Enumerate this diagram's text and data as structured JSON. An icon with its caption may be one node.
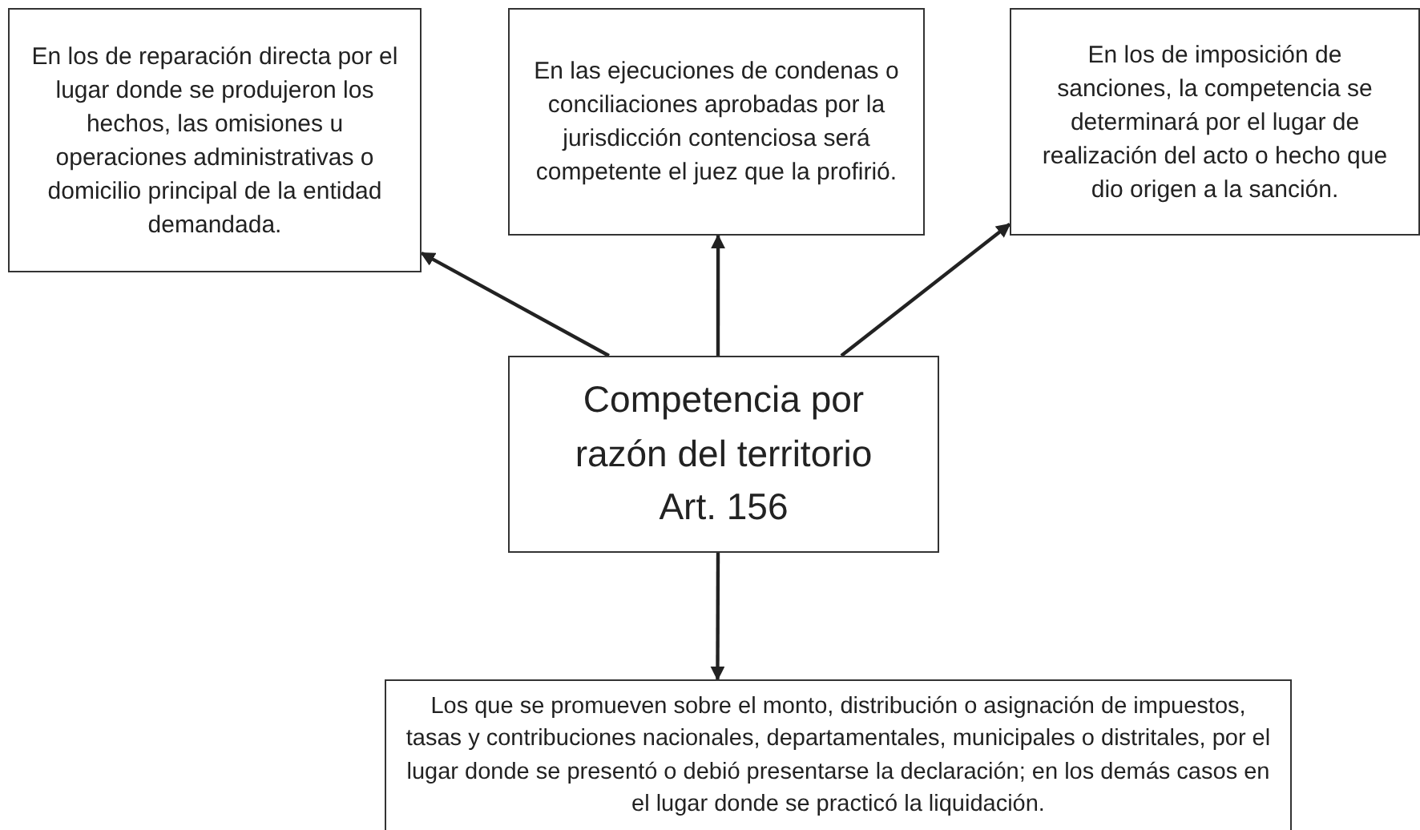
{
  "diagram": {
    "nodes": [
      {
        "text": [
          "En los de reparación directa por el lugar donde se produjeron los hechos, las omisiones u operaciones administrativas o domicilio principal de la entidad demandada."
        ]
      },
      {
        "text": [
          "En las ejecuciones de condenas o conciliaciones aprobadas por la jurisdicción contenciosa será competente el juez que la profirió."
        ]
      },
      {
        "text": [
          "En los de imposición de sanciones, la competencia se determinará por el lugar de realización del acto o hecho que dio origen a la sanción."
        ]
      },
      {
        "text": [
          "Competencia por razón del territorio Art. 156"
        ]
      },
      {
        "text": [
          "Los que se promueven sobre el monto, distribución o asignación de impuestos, tasas y contribuciones nacionales, departamentales, municipales o distritales, por el lugar donde se presentó o debió presentarse la declaración; en los demás casos en el lugar donde se practicó la liquidación."
        ]
      }
    ],
    "edges": [
      {
        "from": 3,
        "to": 0,
        "arrow": "to"
      },
      {
        "from": 3,
        "to": 1,
        "arrow": "to"
      },
      {
        "from": 3,
        "to": 2,
        "arrow": "to"
      },
      {
        "from": 3,
        "to": 4,
        "arrow": "to"
      }
    ]
  }
}
